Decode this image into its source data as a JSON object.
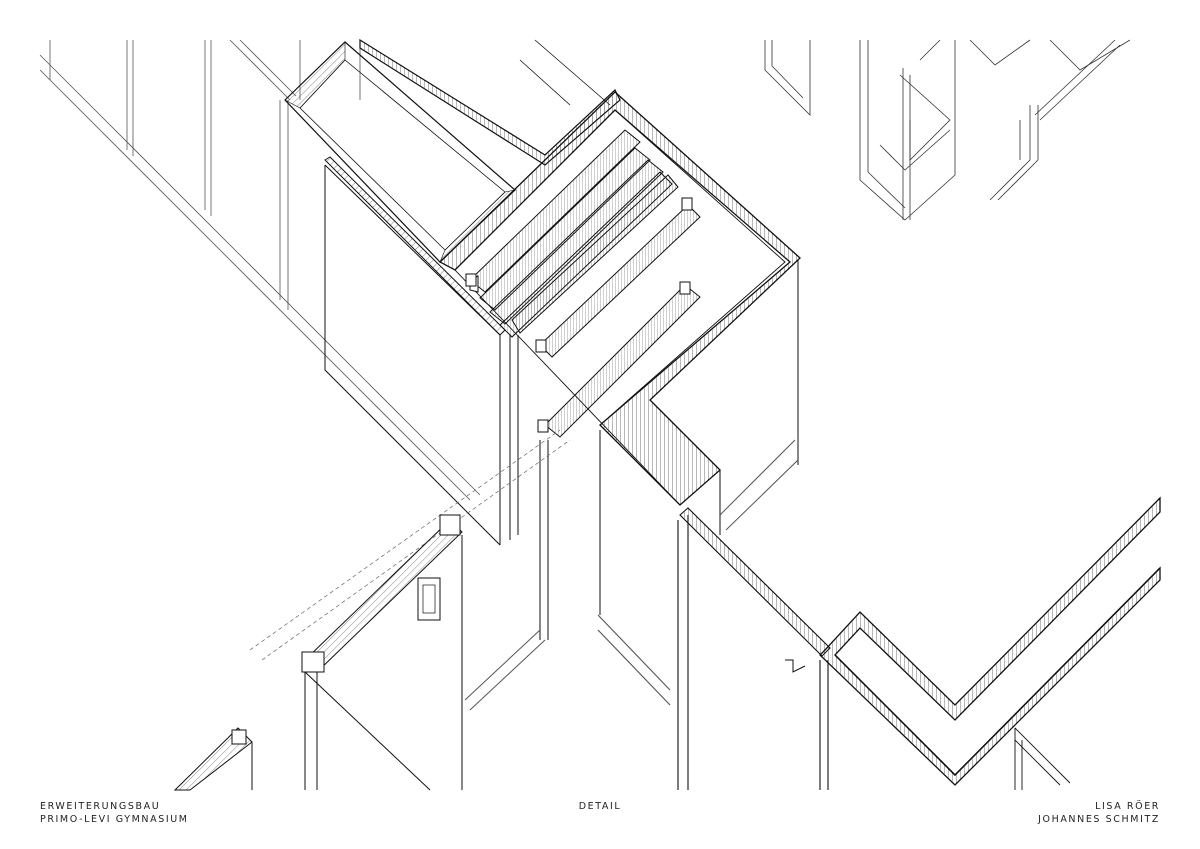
{
  "title_block": {
    "left": {
      "line1": "ERWEITERUNGSBAU",
      "line2": "PRIMO-LEVI GYMNASIUM"
    },
    "center": {
      "line1": "DETAIL"
    },
    "right": {
      "line1": "LISA RÖER",
      "line2": "JOHANNES SCHMITZ"
    }
  },
  "drawing": {
    "type": "isometric architectural detail",
    "line_color": "#111111",
    "thin_line_color": "#555555",
    "hatch_color": "#333333"
  }
}
